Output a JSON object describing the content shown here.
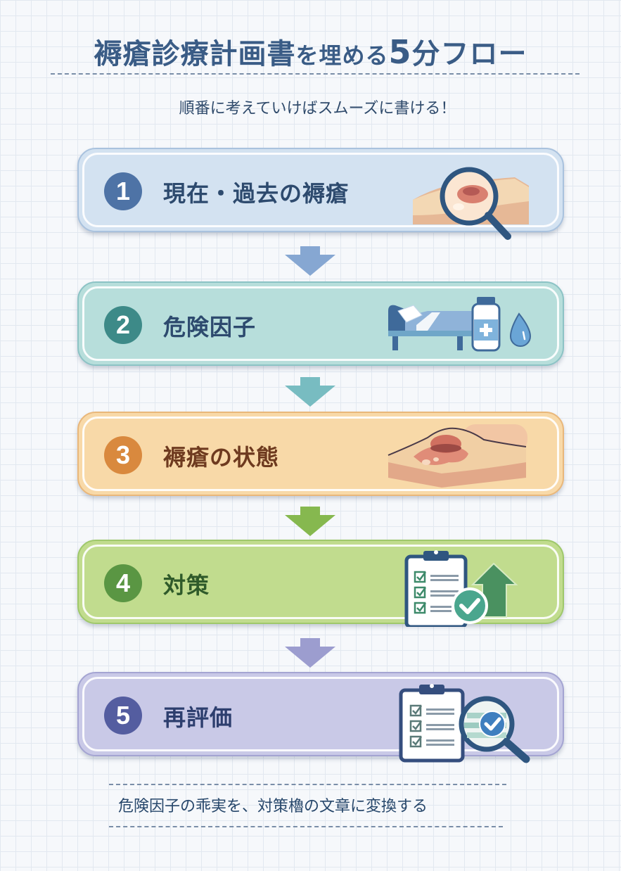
{
  "header": {
    "title_part1": "褥瘡診療計画書",
    "title_part2": "を埋める",
    "title_part3": "5",
    "title_part4": "分フロー",
    "subtitle": "順番に考えていけばスムーズに書ける！"
  },
  "steps": [
    {
      "number": "1",
      "label": "現在・過去の褥瘡",
      "icon": "skin-magnifier-icon",
      "bg_color": "#d3e2f1",
      "border_color": "#a9c2de",
      "badge_color": "#4e73a6",
      "text_color": "#2d4a6e"
    },
    {
      "number": "2",
      "label": "危険因子",
      "icon": "bed-bottle-drop-icon",
      "bg_color": "#b7dedb",
      "border_color": "#8cc3c5",
      "badge_color": "#3d8a88",
      "text_color": "#2d4a6e"
    },
    {
      "number": "3",
      "label": "褥瘡の状態",
      "icon": "wound-skin-icon",
      "bg_color": "#f8d9a8",
      "border_color": "#e9b77a",
      "badge_color": "#d9893e",
      "text_color": "#6e3a1f"
    },
    {
      "number": "4",
      "label": "対策",
      "icon": "checklist-arrow-up-icon",
      "bg_color": "#c1dc8e",
      "border_color": "#9fc86b",
      "badge_color": "#5a9643",
      "text_color": "#2f5a2a"
    },
    {
      "number": "5",
      "label": "再評価",
      "icon": "checklist-magnifier-icon",
      "bg_color": "#c9c9e7",
      "border_color": "#a4a4d2",
      "badge_color": "#545da0",
      "text_color": "#2d3e6e"
    }
  ],
  "arrows": [
    {
      "color": "#86a7d2"
    },
    {
      "color": "#78bcc1"
    },
    {
      "color": "#86b84f"
    },
    {
      "color": "#9c9dcf"
    }
  ],
  "footer": {
    "text": "危険因子の乖実を、対策櫓の文章に変換する"
  }
}
